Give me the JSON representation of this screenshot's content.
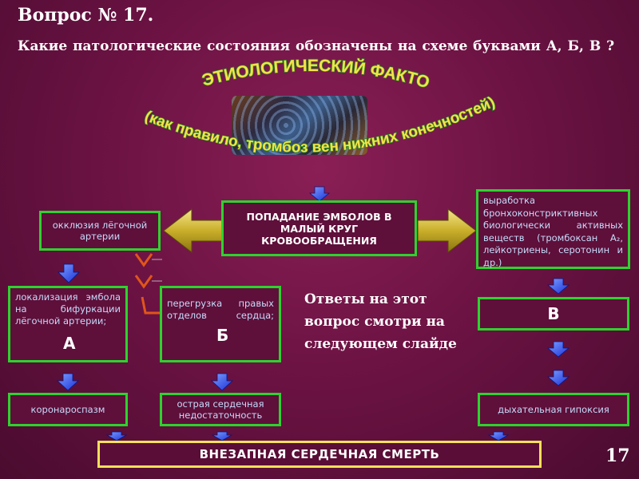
{
  "slide": {
    "title": "Вопрос № 17.",
    "question": "Какие патологические состояния обозначены на схеме буквами А, Б, В ?",
    "page_number": "17"
  },
  "header_art": {
    "top_text": "ЭТИОЛОГИЧЕСКИЙ ФАКТОР:",
    "bottom_text": "(как правило, тромбоз вен нижних конечностей)",
    "text_color": "#f5e14a",
    "outline_color": "#1e8a1e"
  },
  "boxes": {
    "center": "ПОПАДАНИЕ ЭМБОЛОВ В МАЛЫЙ КРУГ КРОВООБРАЩЕНИЯ",
    "left_top": "окклюзия лёгочной артерии",
    "right_top": "выработка бронхоконстриктивных биологически активных веществ (тромбоксан А₂, лейкотриены, серотонин и др.)",
    "localization": "локализация эмбола на бифуркации лёгочной артерии;",
    "localization_letter": "А",
    "overload": "перегрузка правых отделов сердца;",
    "overload_letter": "Б",
    "v_letter": "В",
    "coronaro": "коронароспазм",
    "heart_failure": "острая сердечная недостаточность",
    "hypoxia": "дыхательная гипоксия",
    "final": "ВНЕЗАПНАЯ СЕРДЕЧНАЯ СМЕРТЬ"
  },
  "answer_text": "Ответы на этот вопрос смотри на следующем слайде",
  "colors": {
    "box_border": "#2ed22e",
    "final_border": "#f5e15a",
    "arrow_blue": "#1a3cff",
    "arrow_gold": "#d8c23a",
    "arrow_orange": "#e0561a"
  }
}
